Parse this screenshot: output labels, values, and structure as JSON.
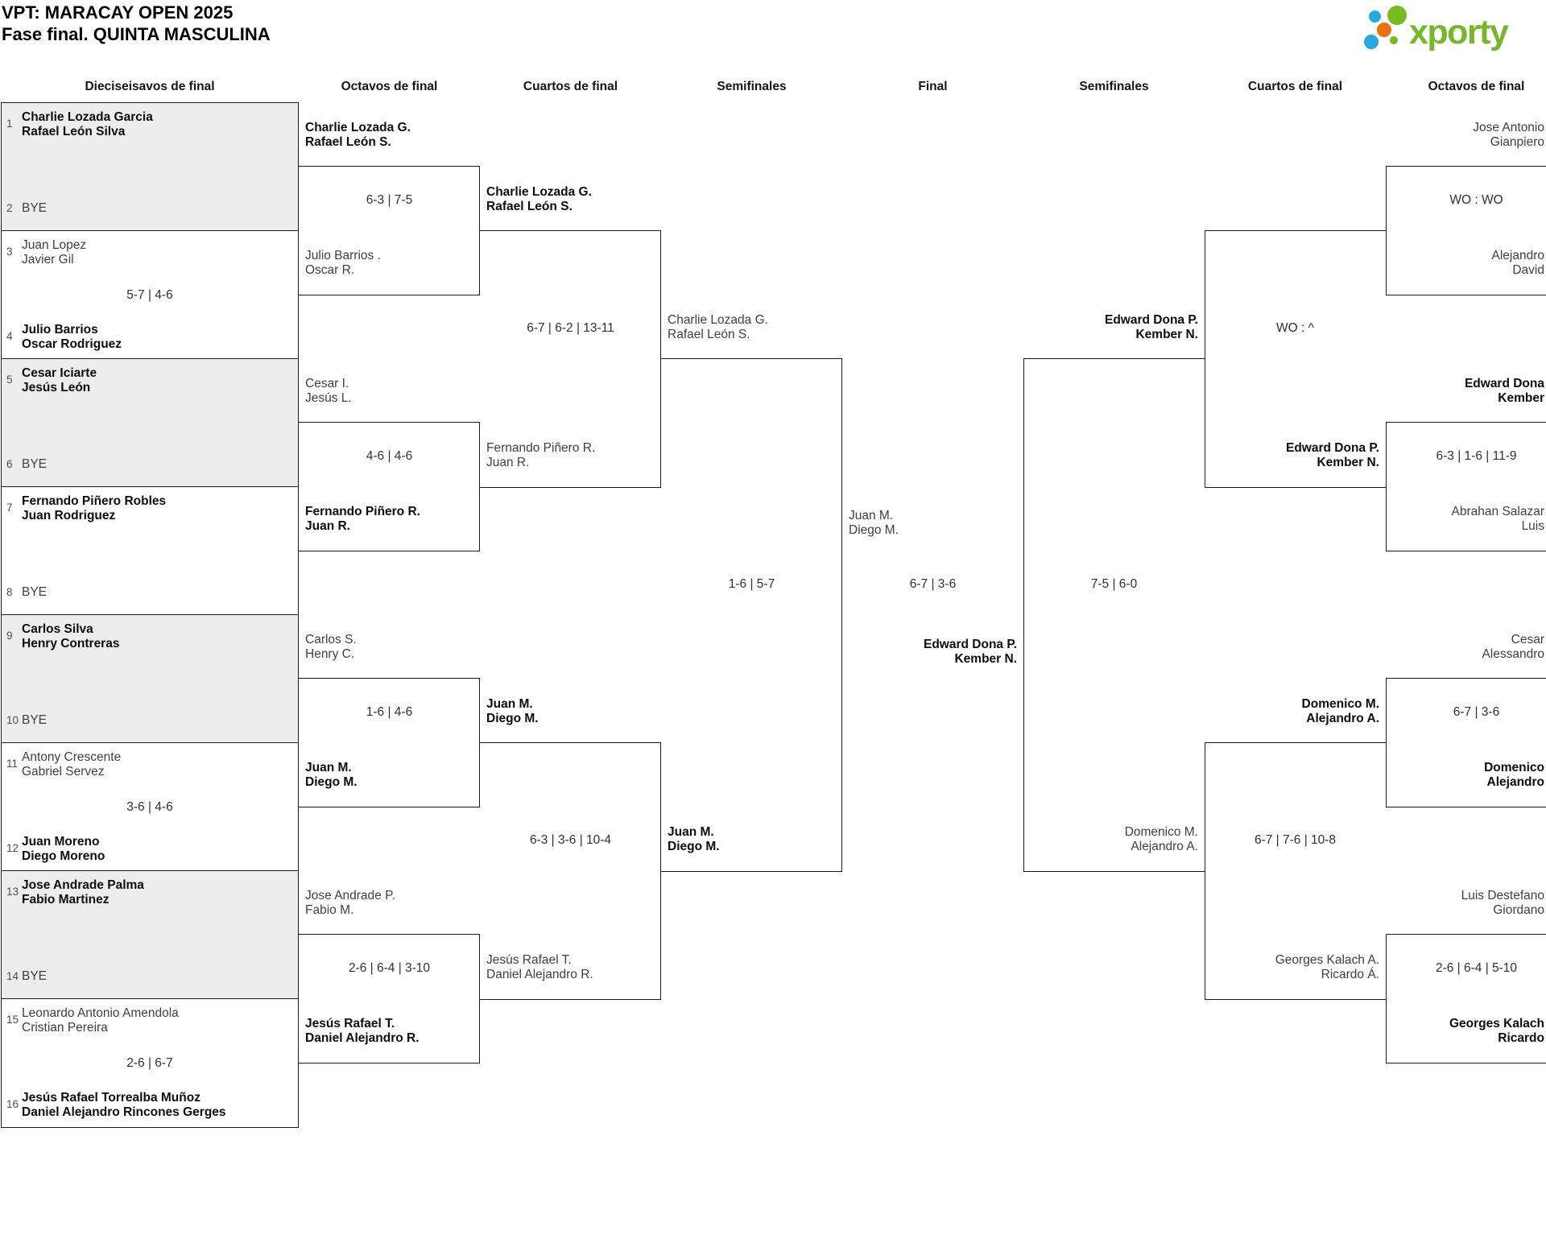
{
  "title": {
    "line1": "VPT: MARACAY OPEN 2025",
    "line2": "Fase final. QUINTA MASCULINA"
  },
  "logo": {
    "text": "xporty",
    "text_color": "#76b82a",
    "green": "#76bc21",
    "blue": "#29a8e0",
    "orange": "#e8720c"
  },
  "headers": {
    "c1": "Dieciseisavos de final",
    "c2": "Octavos de final",
    "c3": "Cuartos de final",
    "c4": "Semifinales",
    "c5": "Final",
    "c6": "Semifinales",
    "c7": "Cuartos de final",
    "c8": "Octavos de final"
  },
  "r32": {
    "b1": {
      "seed_a": "1",
      "a1": "Charlie Lozada Garcia",
      "a2": "Rafael León Silva",
      "seed_b": "2",
      "bye": "BYE"
    },
    "b2": {
      "seed_a": "3",
      "a1": "Juan Lopez",
      "a2": "Javier Gil",
      "score": "5-7 | 4-6",
      "seed_b": "4",
      "b1": "Julio Barrios",
      "b2": "Oscar Rodriguez"
    },
    "b3": {
      "seed_a": "5",
      "a1": "Cesar Iciarte",
      "a2": "Jesús León",
      "seed_b": "6",
      "bye": "BYE"
    },
    "b4": {
      "seed_a": "7",
      "a1": "Fernando Piñero Robles",
      "a2": "Juan Rodriguez",
      "seed_b": "8",
      "bye": "BYE"
    },
    "b5": {
      "seed_a": "9",
      "a1": "Carlos Silva",
      "a2": "Henry Contreras",
      "seed_b": "10",
      "bye": "BYE"
    },
    "b6": {
      "seed_a": "11",
      "a1": "Antony Crescente",
      "a2": "Gabriel Servez",
      "score": "3-6 | 4-6",
      "seed_b": "12",
      "b1": "Juan Moreno",
      "b2": "Diego Moreno"
    },
    "b7": {
      "seed_a": "13",
      "a1": "Jose Andrade Palma",
      "a2": "Fabio Martinez",
      "seed_b": "14",
      "bye": "BYE"
    },
    "b8": {
      "seed_a": "15",
      "a1": "Leonardo Antonio Amendola",
      "a2": "Cristian Pereira",
      "score": "2-6 | 6-7",
      "seed_b": "16",
      "b1": "Jesús Rafael Torrealba Muñoz",
      "b2": "Daniel Alejandro Rincones Gerges"
    }
  },
  "r16L": {
    "m1": {
      "a1": "Charlie Lozada G.",
      "a2": "Rafael León S.",
      "score": "6-3 | 7-5",
      "b1": "Julio Barrios .",
      "b2": "Oscar R."
    },
    "m2": {
      "a1": "Cesar I.",
      "a2": "Jesús L.",
      "score": "4-6 | 4-6",
      "b1": "Fernando Piñero R.",
      "b2": "Juan R."
    },
    "m3": {
      "a1": "Carlos S.",
      "a2": "Henry C.",
      "score": "1-6 | 4-6",
      "b1": "Juan M.",
      "b2": "Diego M."
    },
    "m4": {
      "a1": "Jose Andrade P.",
      "a2": "Fabio M.",
      "score": "2-6 | 6-4 | 3-10",
      "b1": "Jesús Rafael T.",
      "b2": "Daniel Alejandro R."
    }
  },
  "qfL": {
    "m1": {
      "a1": "Charlie Lozada G.",
      "a2": "Rafael León S.",
      "score": "6-7 | 6-2 | 13-11",
      "b1": "Fernando Piñero R.",
      "b2": "Juan R."
    },
    "m2": {
      "a1": "Juan M.",
      "a2": "Diego M.",
      "score": "6-3 | 3-6 | 10-4",
      "b1": "Jesús Rafael T.",
      "b2": "Daniel Alejandro R."
    }
  },
  "sfL": {
    "a1": "Charlie Lozada G.",
    "a2": "Rafael León S.",
    "score": "1-6 | 5-7",
    "b1": "Juan M.",
    "b2": "Diego M."
  },
  "final": {
    "a1": "Juan M.",
    "a2": "Diego M.",
    "score": "6-7 | 3-6",
    "b1": "Edward Dona P.",
    "b2": "Kember N."
  },
  "sfR": {
    "a1": "Edward Dona P.",
    "a2": "Kember N.",
    "score": "7-5 | 6-0",
    "b1": "Domenico M.",
    "b2": "Alejandro A."
  },
  "qfR": {
    "m1": {
      "score": "WO : ^",
      "b1": "Edward Dona P.",
      "b2": "Kember N."
    },
    "m2": {
      "a1": "Domenico M.",
      "a2": "Alejandro A.",
      "score": "6-7 | 7-6 | 10-8",
      "b1": "Georges Kalach A.",
      "b2": "Ricardo Á."
    }
  },
  "r16R": {
    "m1": {
      "a1": "Jose Antonio",
      "a2": "Gianpiero",
      "score": "WO : WO",
      "b1": "Alejandro",
      "b2": "David"
    },
    "m2": {
      "a1": "Edward Dona",
      "a2": "Kember",
      "score": "6-3 | 1-6 | 11-9",
      "b1": "Abrahan Salazar",
      "b2": "Luis"
    },
    "m3": {
      "a1": "Cesar",
      "a2": "Alessandro",
      "score": "6-7 | 3-6",
      "b1": "Domenico",
      "b2": "Alejandro"
    },
    "m4": {
      "a1": "Luis Destefano",
      "a2": "Giordano",
      "score": "2-6 | 6-4 | 5-10",
      "b1": "Georges Kalach",
      "b2": "Ricardo"
    }
  }
}
